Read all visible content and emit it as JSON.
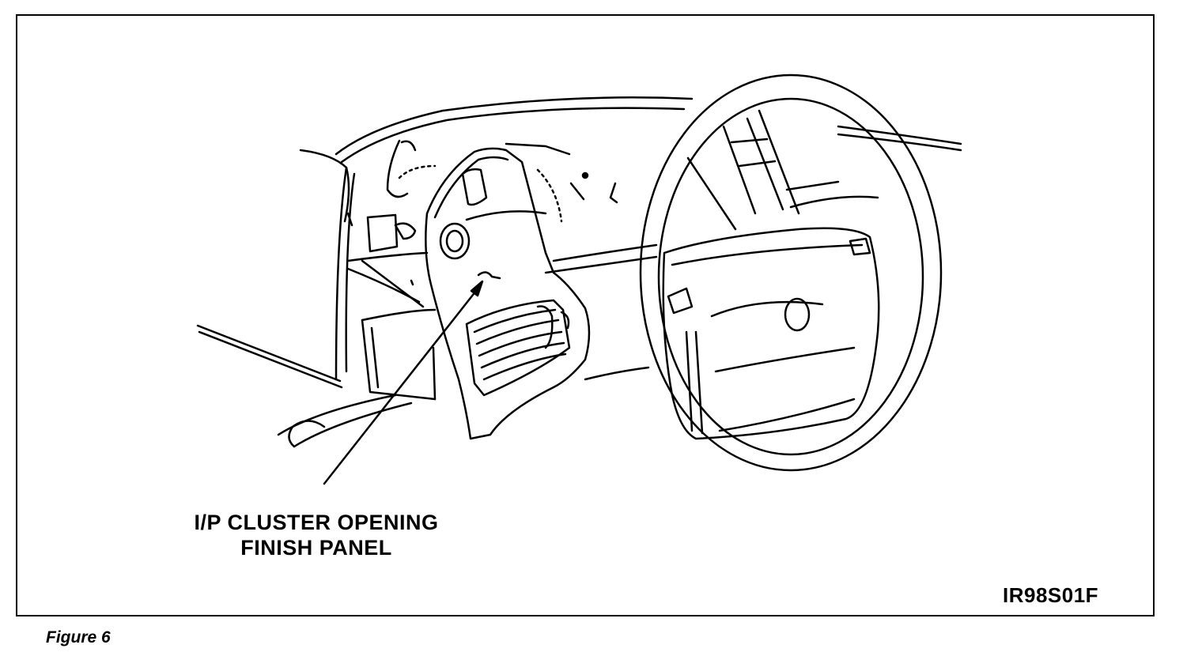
{
  "figure": {
    "caption": "Figure 6",
    "code": "IR98S01F",
    "callout": {
      "line1": "I/P CLUSTER OPENING",
      "line2": "FINISH PANEL"
    }
  },
  "colors": {
    "ink": "#000000",
    "paper": "#ffffff"
  }
}
